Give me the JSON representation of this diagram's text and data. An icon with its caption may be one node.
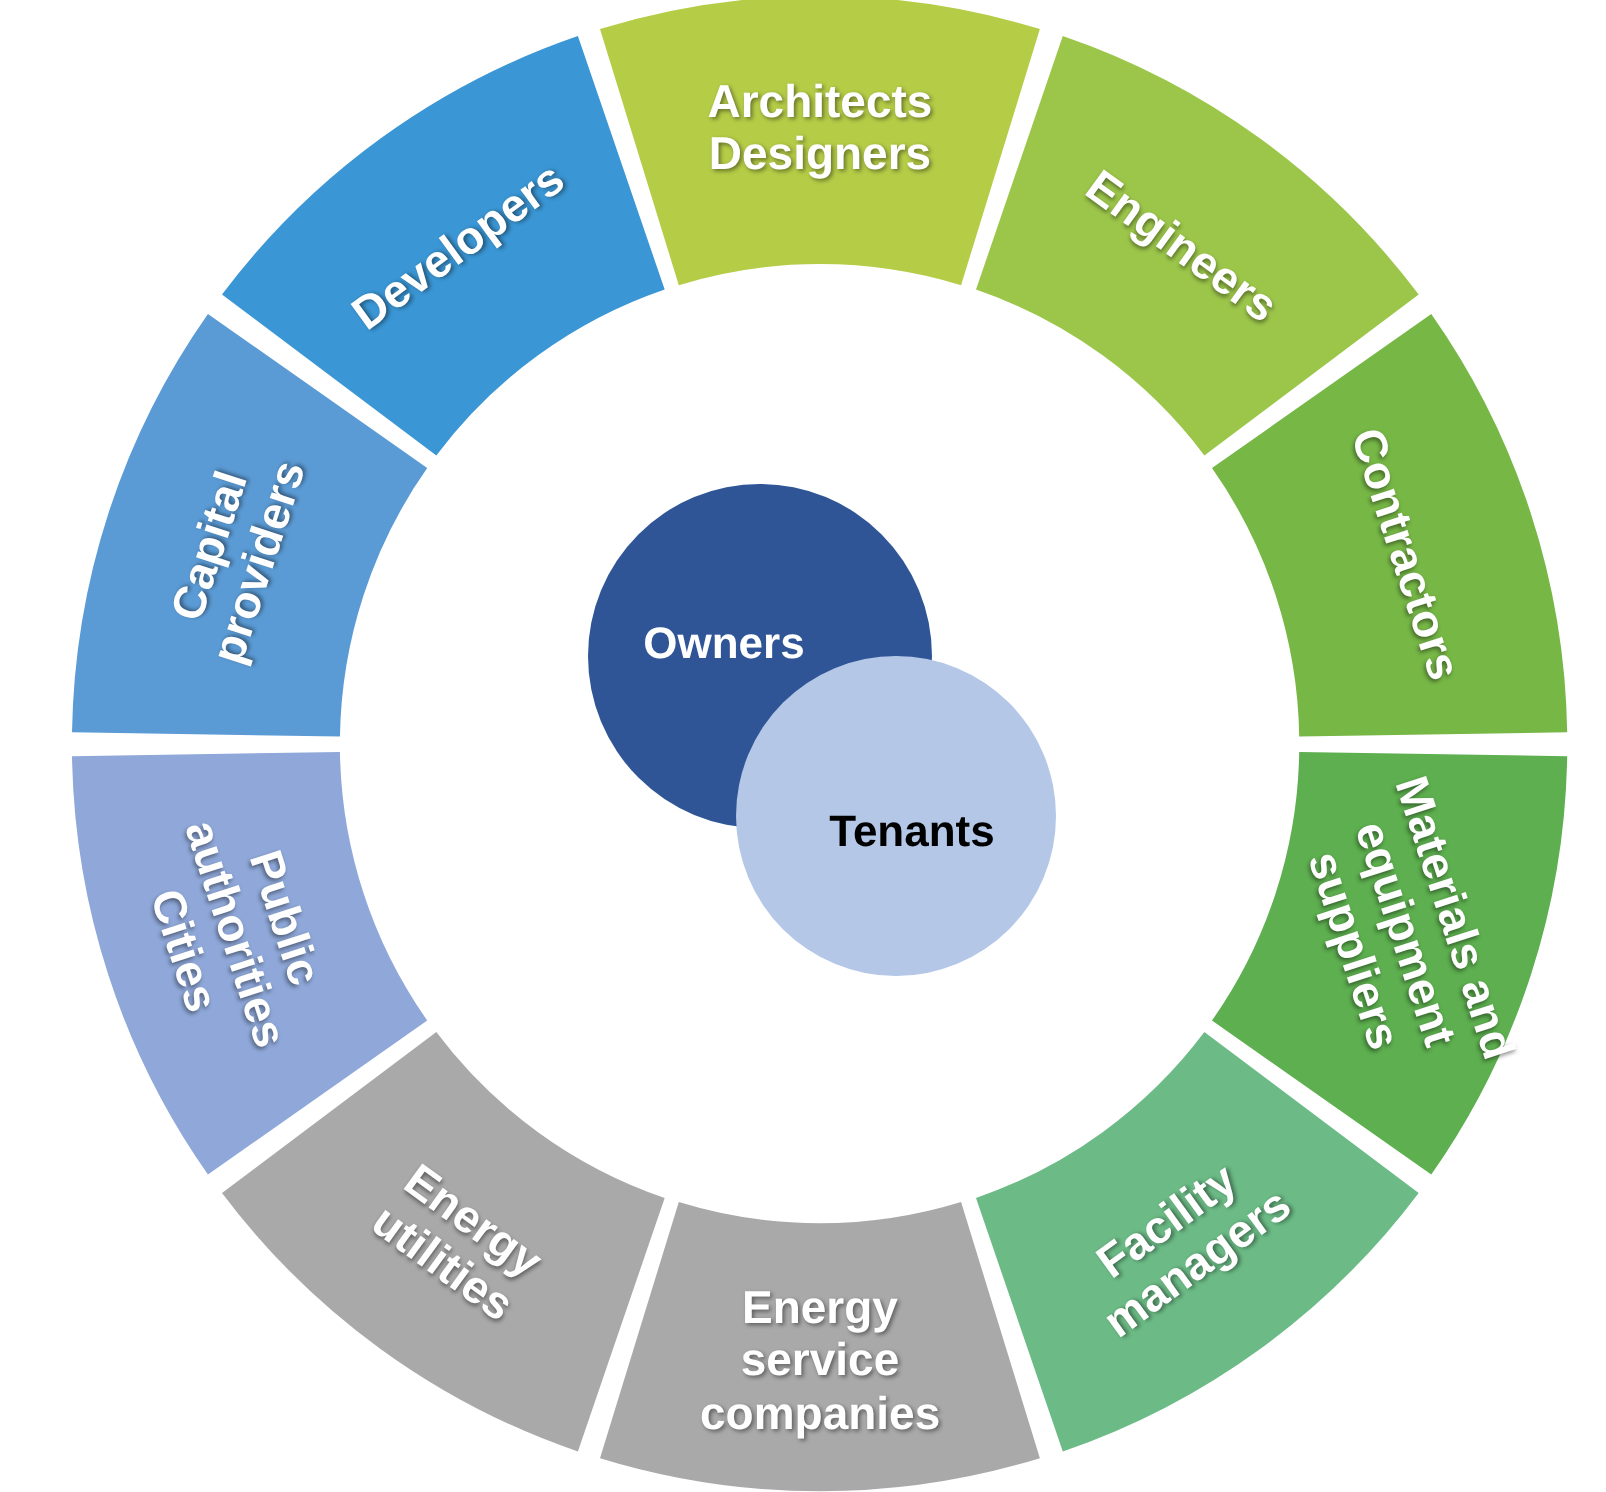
{
  "diagram": {
    "nodes": [
      {
        "text": [
          "Architects Designers"
        ]
      },
      {
        "text": [
          "Engineers"
        ]
      },
      {
        "text": [
          "Contractors"
        ]
      },
      {
        "text": [
          "Materials and equipment suppliers"
        ]
      },
      {
        "text": [
          "Facility managers"
        ]
      },
      {
        "text": [
          "Energy service companies"
        ]
      },
      {
        "text": [
          "Energy utilities"
        ]
      },
      {
        "text": [
          "Public authorities Cities"
        ]
      },
      {
        "text": [
          "Capital providers"
        ]
      },
      {
        "text": [
          "Developers"
        ]
      },
      {
        "text": [
          "Owners"
        ]
      },
      {
        "text": [
          "Tenants"
        ]
      }
    ]
  }
}
